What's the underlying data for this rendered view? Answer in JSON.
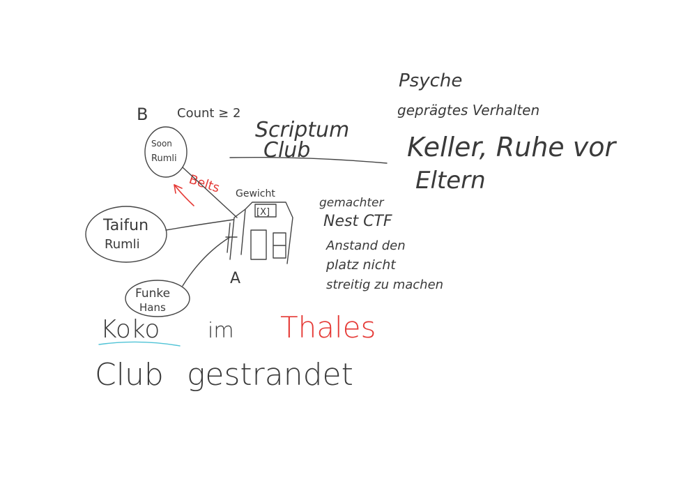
{
  "notes": {
    "label_b": "B",
    "count": "Count ≥ 2",
    "title_line1": "Scriptum",
    "title_line2": "Club",
    "node_top": "Rumli",
    "node_top_prefix": "Soon",
    "belts": "Belts",
    "node_left_line1": "Taifun",
    "node_left_line2": "Rumli",
    "node_bottom_line1": "Funke",
    "node_bottom_line2": "Hans",
    "gewicht": "Gewicht",
    "box_mark": "[X]",
    "label_a": "A",
    "psyche": "Psyche",
    "gepraegtes": "geprägtes Verhalten",
    "keller_line1": "Keller, Ruhe vor",
    "keller_line2": "Eltern",
    "gemachter_line1": "gemachter",
    "gemachter_line2": "Nest CTF",
    "anstand_line1": "Anstand den",
    "anstand_line2": "platz nicht",
    "anstand_line3": "streitig zu machen",
    "koko": "Koko",
    "im": "im",
    "thales": "Thales",
    "club": "Club",
    "gestrandet": "gestrandet"
  },
  "colors": {
    "ink": "#3a3a3a",
    "red": "#e53935",
    "cyan": "#4fc3d6"
  }
}
